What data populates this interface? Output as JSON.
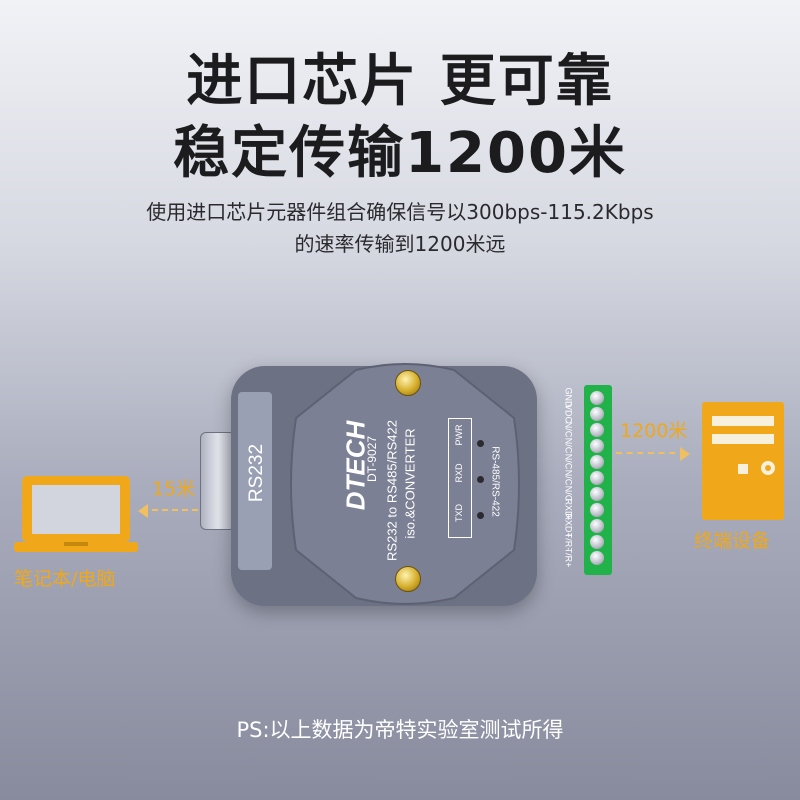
{
  "headline": {
    "line1": "进口芯片 更可靠",
    "line2": "稳定传输1200米"
  },
  "subtitle": {
    "line1": "使用进口芯片元器件组合确保信号以300bps-115.2Kbps",
    "line2": "的速率传输到1200米远"
  },
  "device": {
    "brand": "DTECH",
    "model": "DT-9027",
    "port_label": "RS232",
    "desc_line1": "RS232 to RS485/RS422",
    "desc_line2": "iso.&CONVERTER",
    "mode_label": "RS-485/RS-422",
    "leds": [
      "PWR",
      "RXD",
      "TXD"
    ],
    "terminals": [
      "GND",
      "VDC",
      "N/C",
      "N/C",
      "N/C",
      "N/C",
      "N/C",
      "RXD-",
      "RXD+",
      "T/R-",
      "T/R+"
    ]
  },
  "left": {
    "distance": "15米",
    "label": "笔记本/电脑"
  },
  "right": {
    "distance": "1200米",
    "label": "终端设备"
  },
  "footer": {
    "note": "PS:以上数据为帝特实验室测试所得"
  },
  "colors": {
    "accent": "#f0a81a",
    "terminal_green": "#22b24a",
    "device_body": "#6d7184"
  }
}
